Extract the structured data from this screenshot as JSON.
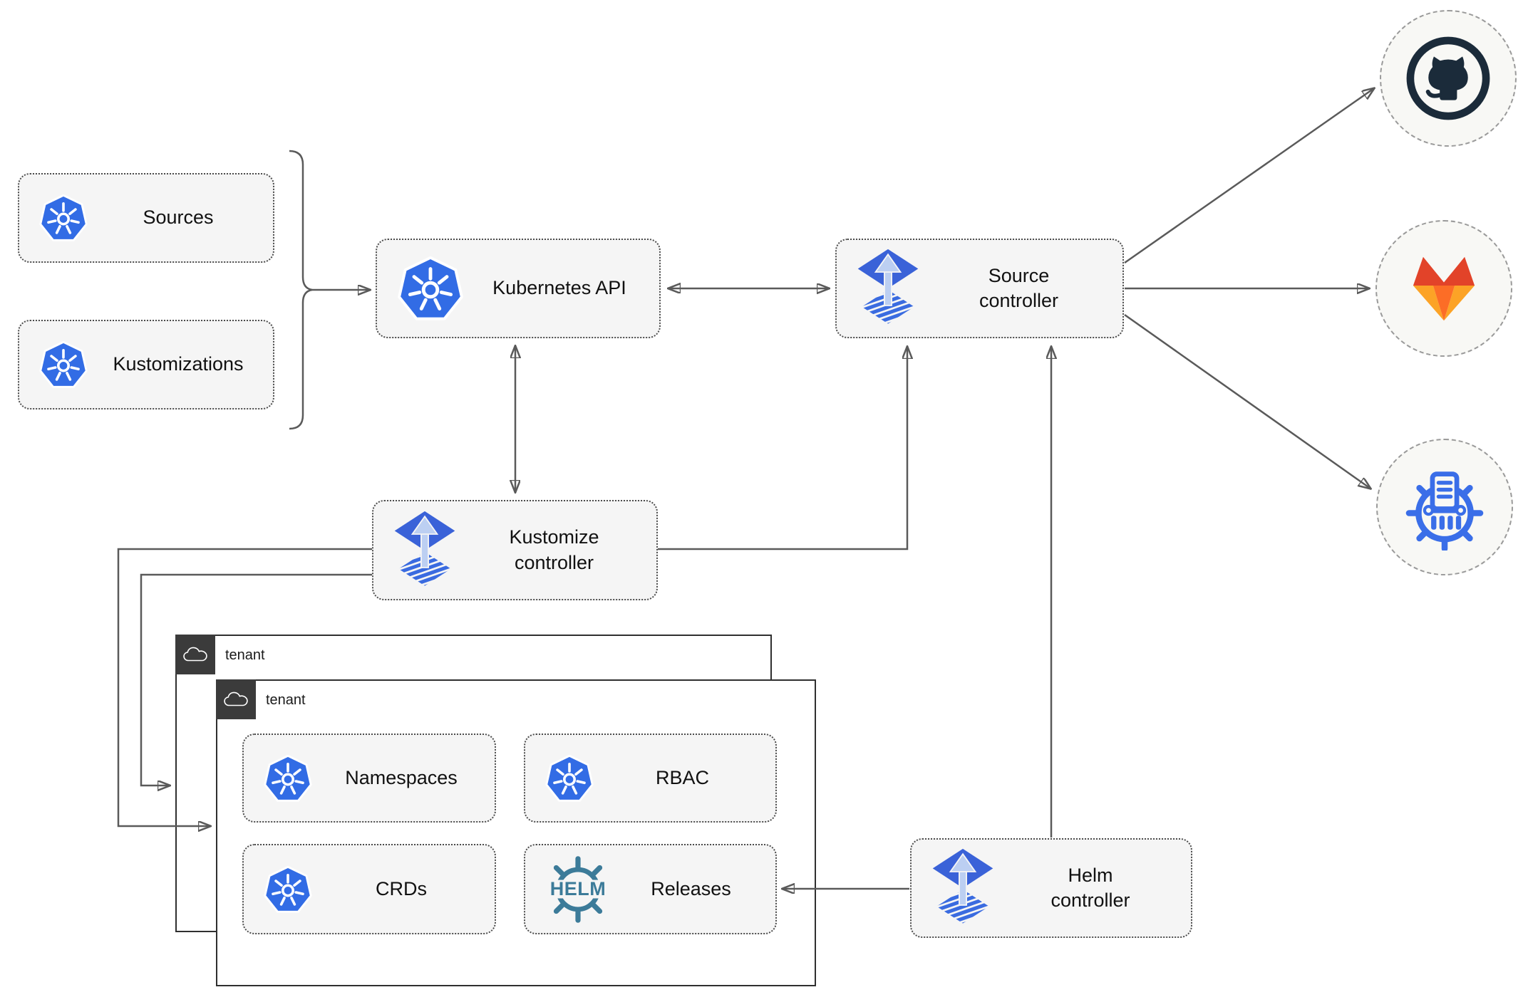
{
  "diagram": {
    "nodes": {
      "sources": {
        "label": "Sources",
        "icon": "kubernetes-icon"
      },
      "kustomizations": {
        "label": "Kustomizations",
        "icon": "kubernetes-icon"
      },
      "kubernetes_api": {
        "label": "Kubernetes API",
        "icon": "kubernetes-icon"
      },
      "source_controller": {
        "label": "Source controller",
        "icon": "flux-icon"
      },
      "kustomize_controller": {
        "label": "Kustomize controller",
        "icon": "flux-icon"
      },
      "helm_controller": {
        "label": "Helm controller",
        "icon": "flux-icon"
      },
      "namespaces": {
        "label": "Namespaces",
        "icon": "kubernetes-icon"
      },
      "rbac": {
        "label": "RBAC",
        "icon": "kubernetes-icon"
      },
      "crds": {
        "label": "CRDs",
        "icon": "kubernetes-icon"
      },
      "releases": {
        "label": "Releases",
        "icon": "helm-icon"
      }
    },
    "tenants": {
      "outer": {
        "label": "tenant",
        "icon": "cloud-icon"
      },
      "inner": {
        "label": "tenant",
        "icon": "cloud-icon"
      }
    },
    "endpoints": {
      "github": {
        "icon": "github-icon"
      },
      "gitlab": {
        "icon": "gitlab-icon"
      },
      "chart_repository": {
        "icon": "chart-repository-icon"
      }
    },
    "helm_logo_text": "HELM",
    "connections": [
      {
        "from": "sources+kustomizations",
        "to": "kubernetes_api",
        "arrows": "end"
      },
      {
        "from": "kubernetes_api",
        "to": "source_controller",
        "arrows": "both"
      },
      {
        "from": "kubernetes_api",
        "to": "kustomize_controller",
        "arrows": "both"
      },
      {
        "from": "kustomize_controller",
        "to": "source_controller",
        "arrows": "end"
      },
      {
        "from": "kustomize_controller",
        "to": "tenant_inner",
        "arrows": "end"
      },
      {
        "from": "kustomize_controller",
        "to": "tenant_outer",
        "arrows": "end"
      },
      {
        "from": "helm_controller",
        "to": "source_controller",
        "arrows": "end"
      },
      {
        "from": "helm_controller",
        "to": "releases",
        "arrows": "end"
      },
      {
        "from": "source_controller",
        "to": "github",
        "arrows": "end"
      },
      {
        "from": "source_controller",
        "to": "gitlab",
        "arrows": "end"
      },
      {
        "from": "source_controller",
        "to": "chart_repository",
        "arrows": "end"
      }
    ],
    "colors": {
      "kubernetes_blue": "#326ce5",
      "flux_blue": "#3a62d8",
      "flux_arrow_light": "#bccff2",
      "helm_teal": "#3c7b99",
      "github_dark": "#1b2b3a",
      "gitlab_dark_orange": "#e24329",
      "gitlab_mid_orange": "#fc6d26",
      "gitlab_light_orange": "#fca326",
      "chart_repo_blue": "#3a6ee8",
      "line_gray": "#5a5a5a",
      "node_fill": "#f5f5f5",
      "node_border": "#4c4c4c",
      "tenant_border": "#2f2f2f",
      "tenant_tab": "#3b3b3b",
      "circle_fill": "#f8f8f5",
      "circle_border": "#9a9a9a"
    }
  }
}
